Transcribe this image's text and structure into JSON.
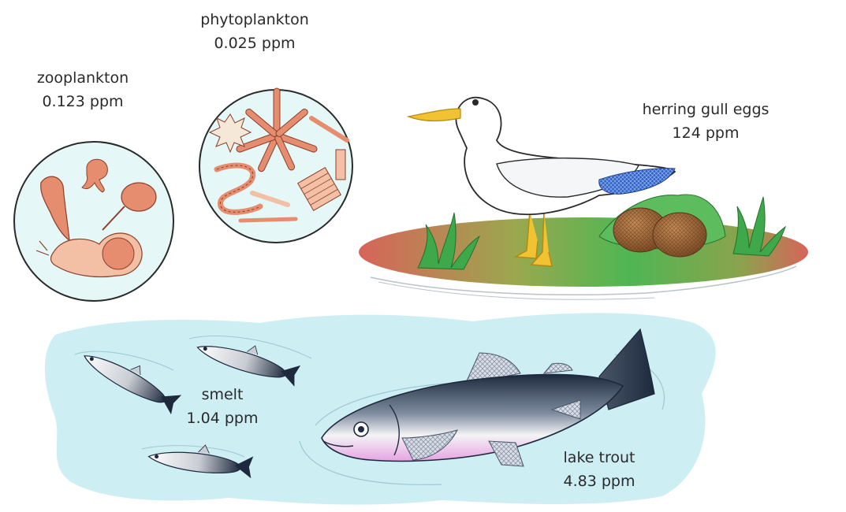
{
  "organisms": [
    {
      "id": "phytoplankton",
      "name": "phytoplankton",
      "value": "0.025 ppm"
    },
    {
      "id": "zooplankton",
      "name": "zooplankton",
      "value": "0.123 ppm"
    },
    {
      "id": "herring-gull-eggs",
      "name": "herring gull eggs",
      "value": "124 ppm"
    },
    {
      "id": "smelt",
      "name": "smelt",
      "value": "1.04 ppm"
    },
    {
      "id": "lake-trout",
      "name": "lake trout",
      "value": "4.83 ppm"
    }
  ],
  "colors": {
    "water": "#cdeef3",
    "plankton_circle": "#e6f7f8",
    "organism_orange": "#e58d6e",
    "grass_green": "#3ea84a",
    "island_red": "#d7645a",
    "beak_yellow": "#f1c232",
    "gull_wing_blue": "#2f63c9",
    "fish_dark": "#1d2a3e",
    "trout_belly_pink": "#e7a3e2"
  },
  "icons": [
    "plankton-circle",
    "herring-gull",
    "gull-eggs",
    "smelt-fish",
    "lake-trout-fish",
    "water"
  ]
}
